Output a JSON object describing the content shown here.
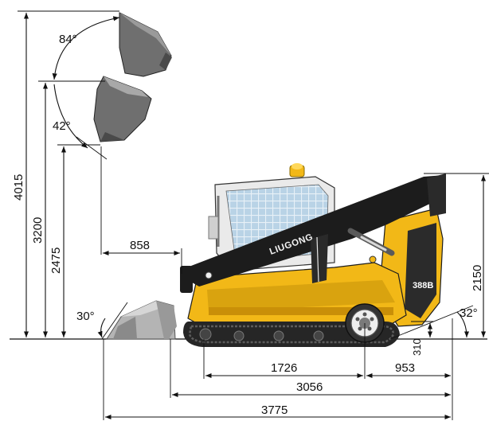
{
  "colors": {
    "body_yellow": "#f2b817",
    "body_yellow_dark": "#c98f08",
    "boom_black": "#1c1c1c",
    "bucket_gray": "#6f6f6f",
    "bucket_light": "#b4b4b4",
    "track_dark": "#262626",
    "glass_blue": "#b9d3e6",
    "line": "#111111"
  },
  "labels": {
    "brand": "LIUGONG",
    "model": "388B"
  },
  "dimensions": {
    "max_height": "4015",
    "hinge_pin_height": "3200",
    "dump_height": "2475",
    "dump_reach": "858",
    "machine_height": "2150",
    "ground_clearance": "310",
    "wheelbase": "1726",
    "rear_overhang": "953",
    "length_no_bucket": "3056",
    "length_with_bucket": "3775"
  },
  "angles": {
    "max_rollback": "84°",
    "dump_angle": "42°",
    "rollback_ground": "30°",
    "departure_angle": "32°"
  }
}
